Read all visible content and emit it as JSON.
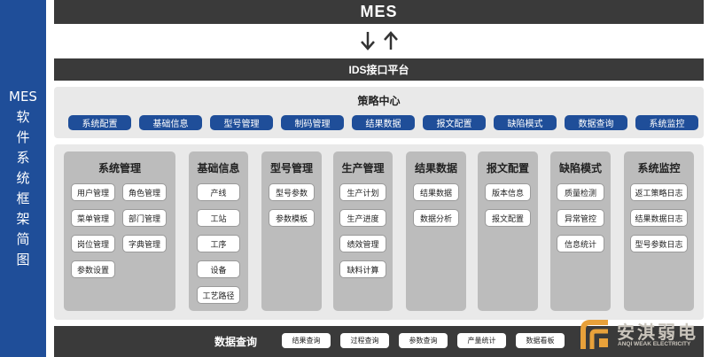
{
  "sidebar": {
    "lines": [
      "MES",
      "软",
      "件",
      "系",
      "统",
      "框",
      "架",
      "简",
      "图"
    ]
  },
  "header": {
    "title": "MES"
  },
  "ids_bar": {
    "label": "IDS接口平台"
  },
  "strategy": {
    "title": "策略中心",
    "items": [
      "系统配置",
      "基础信息",
      "型号管理",
      "制码管理",
      "结果数据",
      "报文配置",
      "缺陷模式",
      "数据查询",
      "系统监控"
    ]
  },
  "modules": [
    {
      "title": "系统管理",
      "items": [
        "用户管理",
        "角色管理",
        "菜单管理",
        "部门管理",
        "岗位管理",
        "字典管理",
        "参数设置"
      ]
    },
    {
      "title": "基础信息",
      "items": [
        "产线",
        "工站",
        "工序",
        "设备",
        "工艺路径"
      ]
    },
    {
      "title": "型号管理",
      "items": [
        "型号参数",
        "参数模板"
      ]
    },
    {
      "title": "生产管理",
      "items": [
        "生产计划",
        "生产进度",
        "绩效管理",
        "缺料计算"
      ]
    },
    {
      "title": "结果数据",
      "items": [
        "结果数据",
        "数据分析"
      ]
    },
    {
      "title": "报文配置",
      "items": [
        "版本信息",
        "报文配置"
      ]
    },
    {
      "title": "缺陷模式",
      "items": [
        "质量检测",
        "异常管控",
        "信息统计"
      ]
    },
    {
      "title": "系统监控",
      "items": [
        "返工策略日志",
        "结果数据日志",
        "型号参数日志"
      ]
    }
  ],
  "data_query": {
    "title": "数据查询",
    "items": [
      "结果查询",
      "过程查询",
      "参数查询",
      "产量统计",
      "数据看板"
    ]
  },
  "logo": {
    "cn": "安淇弱电",
    "en": "ANQI WEAK ELECTRICITY"
  },
  "colors": {
    "blue": "#1f4e99",
    "dark": "#3a3a3a",
    "panel": "#e9e9e9",
    "module": "#bcbcbc"
  }
}
